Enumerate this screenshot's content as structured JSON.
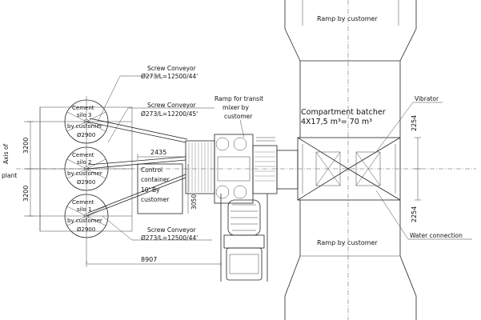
{
  "labels": {
    "ramp_top": "Ramp by customer",
    "ramp_bottom": "Ramp by customer",
    "screw1_title": "Screw Conveyor",
    "screw1_spec": "Ø273/L=12500/44'",
    "screw2_title": "Screw Conveyor",
    "screw2_spec": "Ø273/L=12200/45'",
    "screw3_title": "Screw Conveyor",
    "screw3_spec": "Ø273/L=12500/44'",
    "ramp_transit_1": "Ramp for transit",
    "ramp_transit_2": "mixer by",
    "ramp_transit_3": "customer",
    "compartment_1": "Compartment batcher",
    "compartment_2": "4X17,5 m³= 70 m³",
    "vibrator": "Vibrator",
    "water_connection": "Water connection",
    "control_1": "Control",
    "control_2": "container",
    "control_3": "10' By",
    "control_4": "customer",
    "axis_1": "Axis of",
    "axis_2": "plant",
    "silo_1a": "Cement",
    "silo_1b": "silo 3",
    "silo_1c": "by customer",
    "silo_1d": "Ø2900",
    "silo_2a": "Cement",
    "silo_2b": "silo 2",
    "silo_2c": "by customer",
    "silo_2d": "Ø2900",
    "silo_3a": "Cement",
    "silo_3b": "silo 1",
    "silo_3c": "by customer",
    "silo_3d": "Ø2900"
  },
  "dimensions": {
    "d3200_top": "3200",
    "d3200_bottom": "3200",
    "d2435": "2435",
    "d3050": "3050",
    "d8907": "8907",
    "d2254_top": "2254",
    "d2254_bottom": "2254"
  }
}
